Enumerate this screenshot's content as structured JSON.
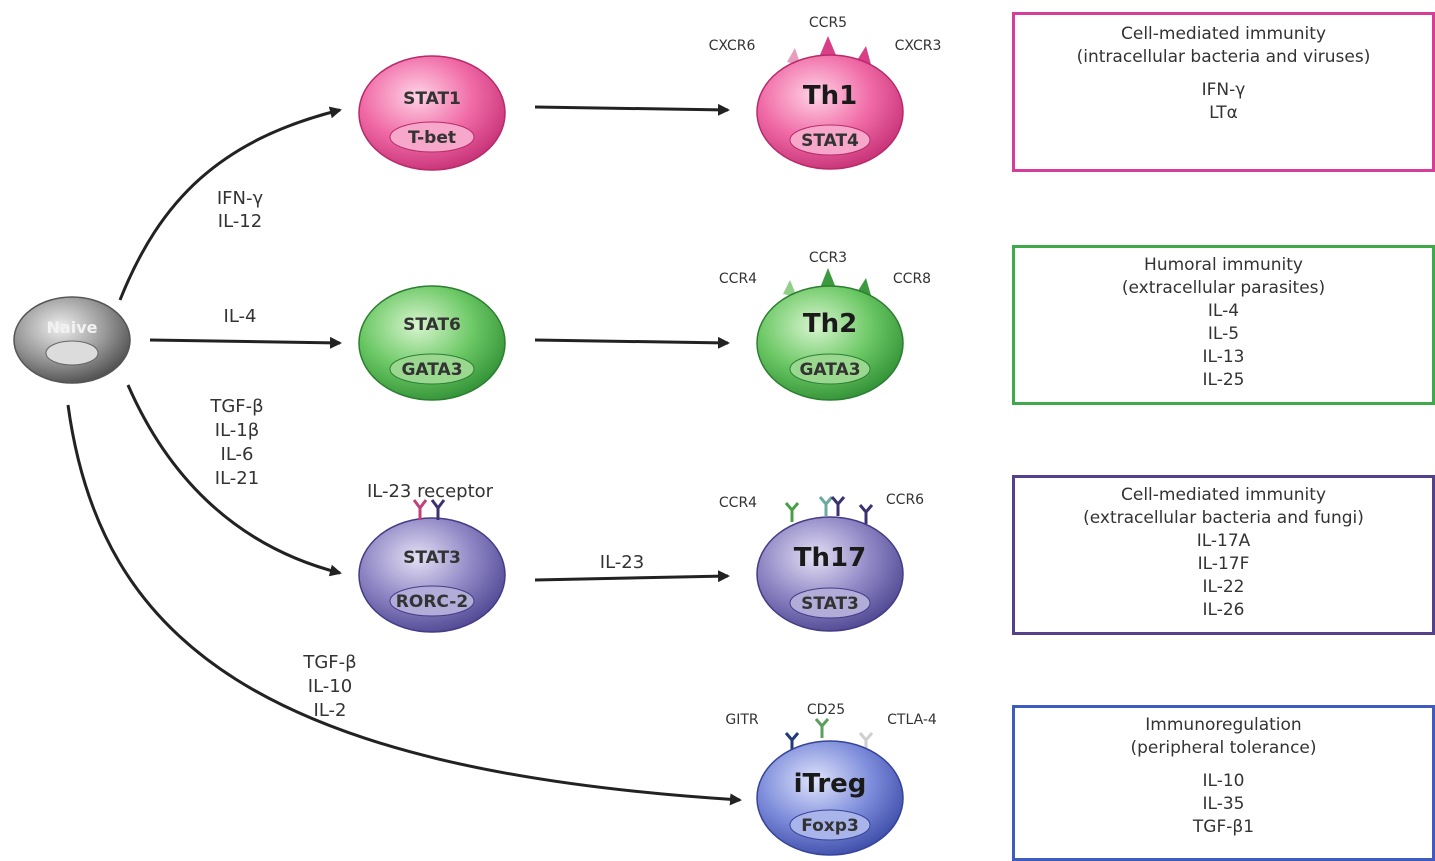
{
  "naive": {
    "label": "Naive"
  },
  "lineages": [
    {
      "key": "th1",
      "color": "#e0508f",
      "inducers": [
        "IFN-γ",
        "IL-12"
      ],
      "tf": {
        "top": "STAT1",
        "bottom": "T-bet"
      },
      "cell": {
        "name": "Th1",
        "stat": "STAT4"
      },
      "receptors": [
        "CXCR6",
        "CCR5",
        "CXCR3"
      ],
      "mid_label": "",
      "function": {
        "title": "Cell-mediated immunity",
        "subtitle": "(intracellular bacteria and viruses)",
        "cytokines": [
          "IFN-γ",
          "LTα"
        ]
      }
    },
    {
      "key": "th2",
      "color": "#4ab04a",
      "inducers": [
        "IL-4"
      ],
      "tf": {
        "top": "STAT6",
        "bottom": "GATA3"
      },
      "cell": {
        "name": "Th2",
        "stat": "GATA3"
      },
      "receptors": [
        "CCR4",
        "CCR3",
        "CCR8"
      ],
      "mid_label": "",
      "function": {
        "title": "Humoral immunity",
        "subtitle": "(extracellular parasites)",
        "cytokines": [
          "IL-4",
          "IL-5",
          "IL-13",
          "IL-25"
        ]
      }
    },
    {
      "key": "th17",
      "color": "#6a61a8",
      "inducers": [
        "TGF-β",
        "IL-1β",
        "IL-6",
        "IL-21"
      ],
      "tf": {
        "top": "STAT3",
        "bottom": "RORC-2",
        "receptor_label": "IL-23 receptor"
      },
      "cell": {
        "name": "Th17",
        "stat": "STAT3"
      },
      "receptors": [
        "CCR4",
        "CCR6"
      ],
      "mid_label": "IL-23",
      "function": {
        "title": "Cell-mediated immunity",
        "subtitle": "(extracellular bacteria and fungi)",
        "cytokines": [
          "IL-17A",
          "IL-17F",
          "IL-22",
          "IL-26"
        ]
      }
    },
    {
      "key": "itreg",
      "color": "#5a6cc4",
      "inducers": [
        "TGF-β",
        "IL-10",
        "IL-2"
      ],
      "tf": null,
      "cell": {
        "name": "iTreg",
        "stat": "Foxp3"
      },
      "receptors": [
        "GITR",
        "CD25",
        "CTLA-4"
      ],
      "mid_label": "",
      "function": {
        "title": "Immunoregulation",
        "subtitle": "(peripheral tolerance)",
        "cytokines": [
          "IL-10",
          "IL-35",
          "TGF-β1"
        ]
      }
    }
  ],
  "colors": {
    "th1_border": "#d63c9a",
    "th2_border": "#3faa4a",
    "th17_border": "#55408e",
    "itreg_border": "#3e5bbd",
    "naive": "#777777",
    "arrow": "#222222"
  }
}
